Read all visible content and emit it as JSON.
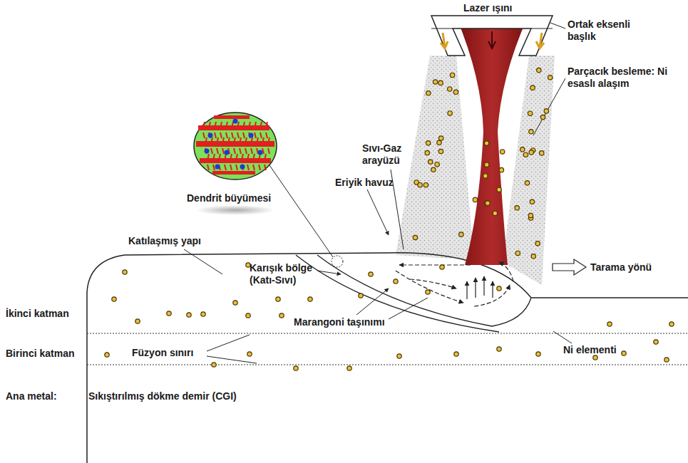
{
  "diagram": {
    "labels": [
      "Lazer ışını",
      "Ortak eksenli başlık",
      "Parçacık besleme: Ni esaslı alaşım",
      "Sıvı-Gaz arayüzü",
      "Eriyik havuz",
      "Dendrit büyümesi",
      "Katılaşmış yapı",
      "Karışık bölge (Katı-Sıvı)",
      "Marangoni taşınımı",
      "Tarama yönü",
      "İkinci katman",
      "Birinci katman",
      "Füzyon sınırı",
      "Ni elementi",
      "Ana metal:",
      "Sıkıştırılmış dökme demir (CGI)"
    ]
  }
}
